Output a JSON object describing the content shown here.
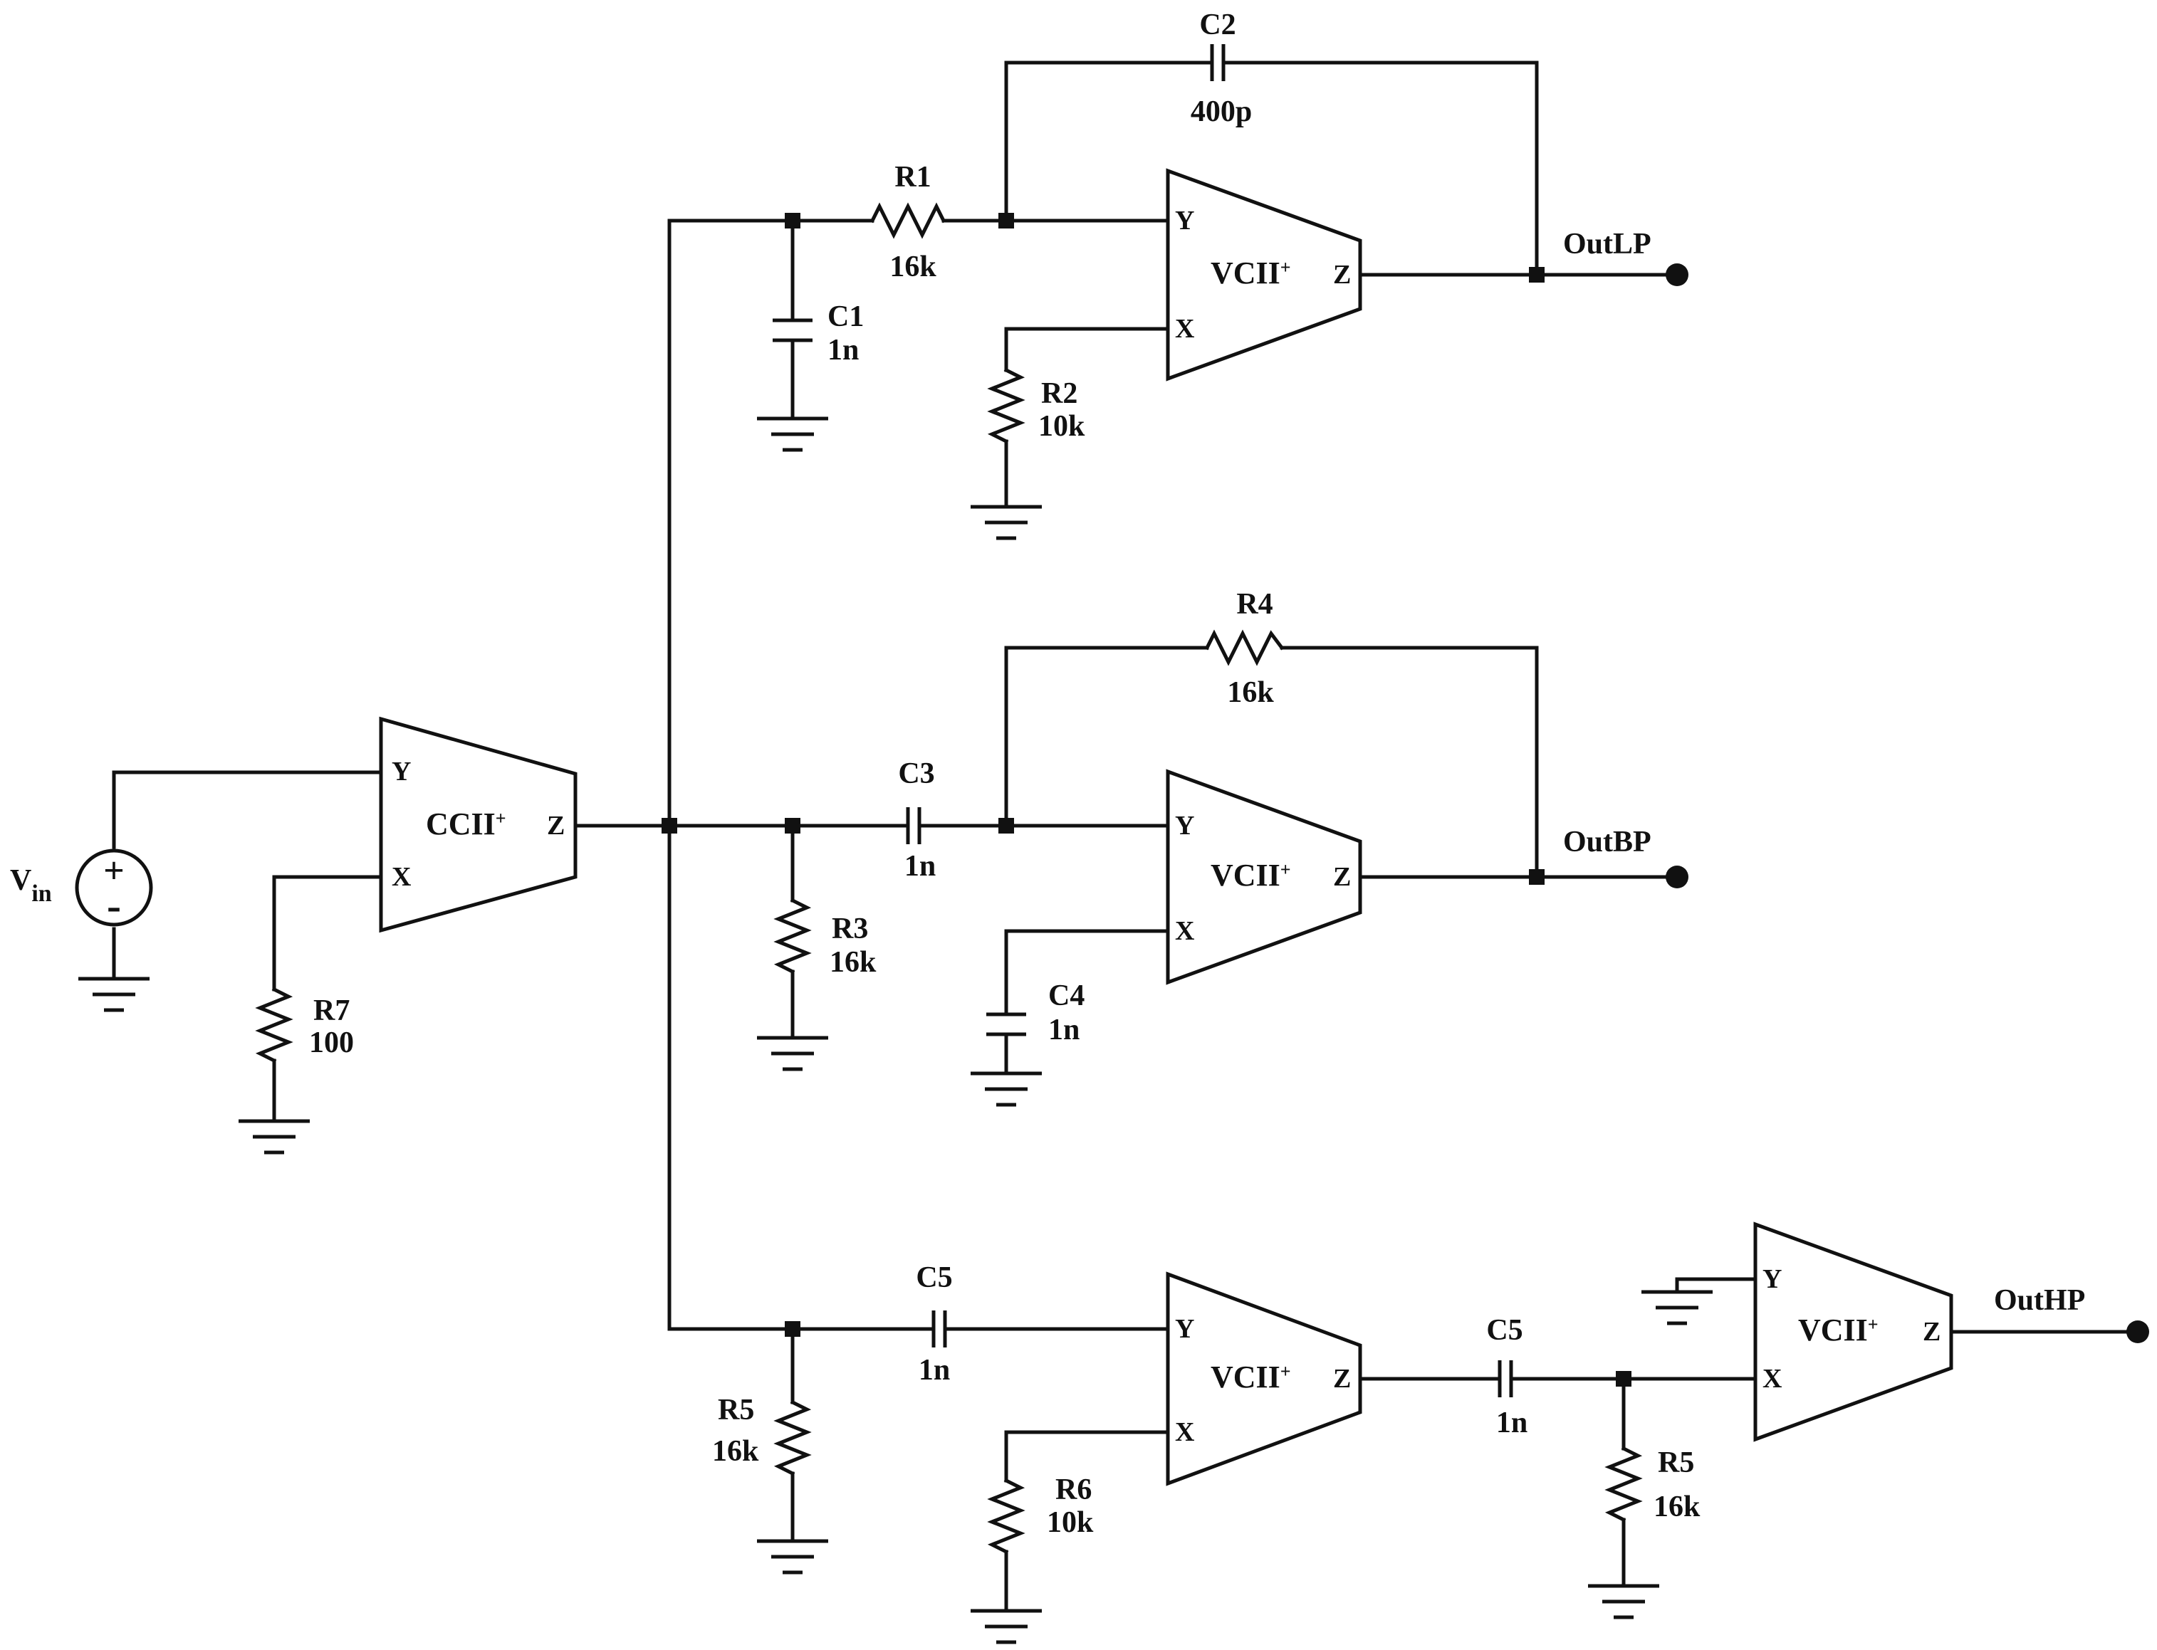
{
  "source": {
    "name": "V",
    "subscript": "in",
    "plus": "+",
    "minus": "-"
  },
  "blocks": {
    "ccii": {
      "name": "CCII",
      "sup": "+",
      "y": "Y",
      "x": "X",
      "z": "Z"
    },
    "vcii_lp": {
      "name": "VCII",
      "sup": "+",
      "y": "Y",
      "x": "X",
      "z": "Z"
    },
    "vcii_bp": {
      "name": "VCII",
      "sup": "+",
      "y": "Y",
      "x": "X",
      "z": "Z"
    },
    "vcii_hp1": {
      "name": "VCII",
      "sup": "+",
      "y": "Y",
      "x": "X",
      "z": "Z"
    },
    "vcii_hp2": {
      "name": "VCII",
      "sup": "+",
      "y": "Y",
      "x": "X",
      "z": "Z"
    }
  },
  "components": {
    "r1": {
      "name": "R1",
      "value": "16k"
    },
    "c1": {
      "name": "C1",
      "value": "1n"
    },
    "c2": {
      "name": "C2",
      "value": "400p"
    },
    "r2": {
      "name": "R2",
      "value": "10k"
    },
    "r4": {
      "name": "R4",
      "value": "16k"
    },
    "c3": {
      "name": "C3",
      "value": "1n"
    },
    "r3": {
      "name": "R3",
      "value": "16k"
    },
    "c4": {
      "name": "C4",
      "value": "1n"
    },
    "r7": {
      "name": "R7",
      "value": "100"
    },
    "c5a": {
      "name": "C5",
      "value": "1n"
    },
    "r5a": {
      "name": "R5",
      "value": "16k"
    },
    "r6": {
      "name": "R6",
      "value": "10k"
    },
    "c5b": {
      "name": "C5",
      "value": "1n"
    },
    "r5b": {
      "name": "R5",
      "value": "16k"
    }
  },
  "outputs": {
    "lp": "OutLP",
    "bp": "OutBP",
    "hp": "OutHP"
  }
}
